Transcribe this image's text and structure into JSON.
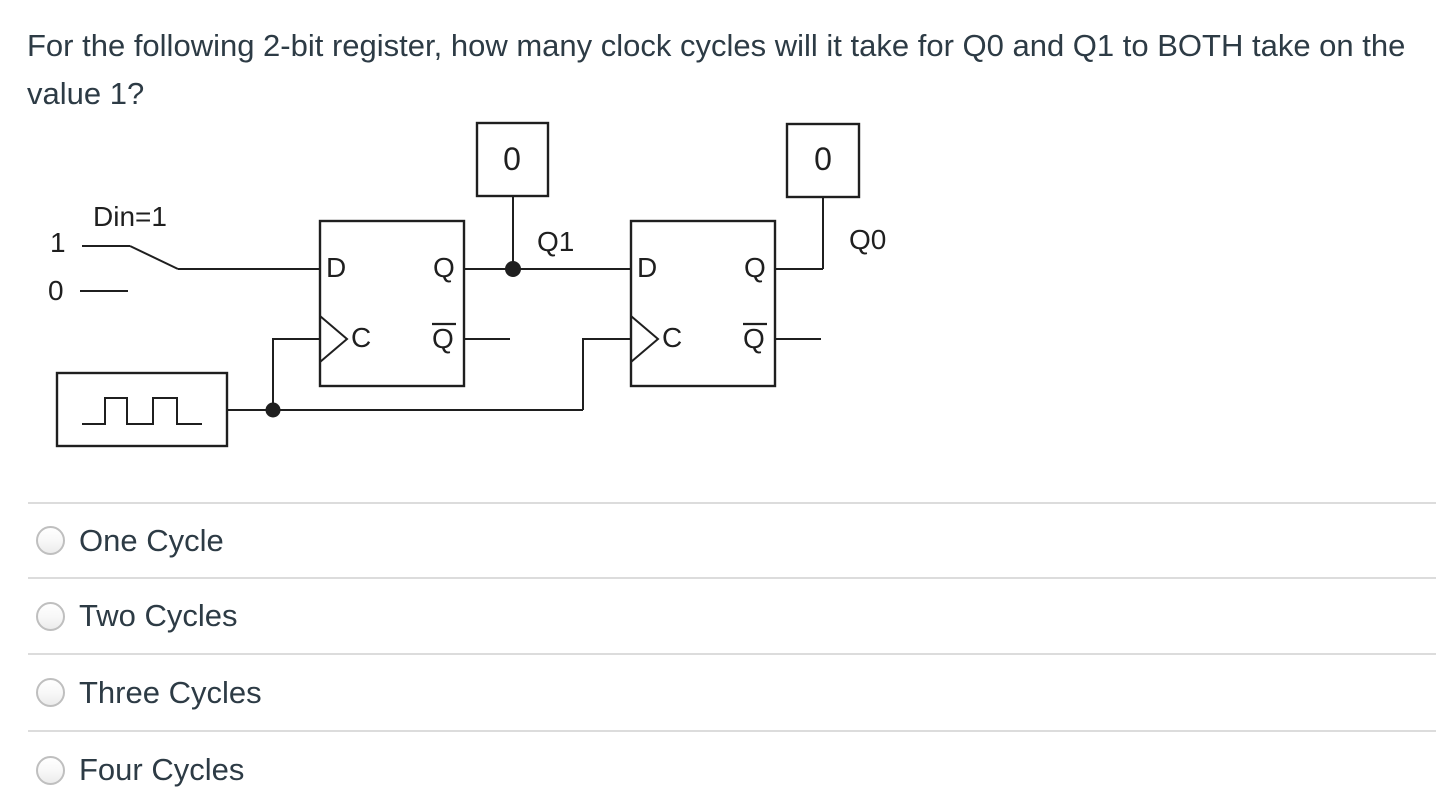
{
  "question": {
    "text": "For the following 2-bit register, how many clock cycles will it take for Q0 and Q1 to BOTH take on the value 1?"
  },
  "circuit": {
    "din_label": "Din=1",
    "switch_pos_high": "1",
    "switch_pos_low": "0",
    "q1_wire_label": "Q1",
    "q0_wire_label": "Q0",
    "q1_register_value": "0",
    "q0_register_value": "0",
    "ff1": {
      "d": "D",
      "q": "Q",
      "clk": "C",
      "qbar": "Q"
    },
    "ff2": {
      "d": "D",
      "q": "Q",
      "clk": "C",
      "qbar": "Q"
    }
  },
  "options": [
    {
      "label": "One Cycle"
    },
    {
      "label": "Two Cycles"
    },
    {
      "label": "Three Cycles"
    },
    {
      "label": "Four Cycles"
    }
  ],
  "colors": {
    "question_text": "#2d3b45",
    "option_text": "#2d3b45",
    "circuit_ink": "#1f1f1f",
    "divider": "#dcdcdc",
    "radio_border": "#bfbfbf"
  }
}
